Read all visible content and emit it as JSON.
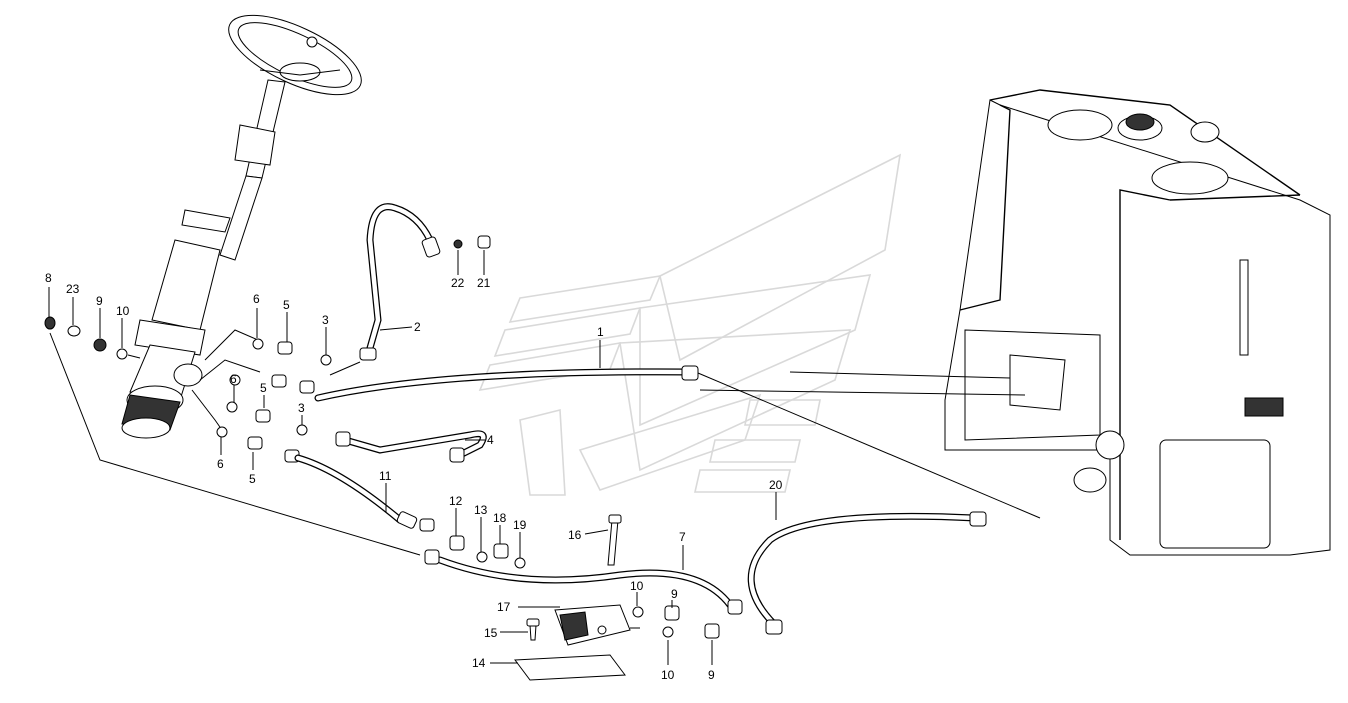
{
  "diagram": {
    "callouts": [
      {
        "id": "c8",
        "text": "8"
      },
      {
        "id": "c23",
        "text": "23"
      },
      {
        "id": "c9a",
        "text": "9"
      },
      {
        "id": "c10a",
        "text": "10"
      },
      {
        "id": "c6a",
        "text": "6"
      },
      {
        "id": "c5a",
        "text": "5"
      },
      {
        "id": "c3a",
        "text": "3"
      },
      {
        "id": "c2",
        "text": "2"
      },
      {
        "id": "c22",
        "text": "22"
      },
      {
        "id": "c21",
        "text": "21"
      },
      {
        "id": "c1",
        "text": "1"
      },
      {
        "id": "c6b",
        "text": "6"
      },
      {
        "id": "c5b",
        "text": "5"
      },
      {
        "id": "c3b",
        "text": "3"
      },
      {
        "id": "c4",
        "text": "4"
      },
      {
        "id": "c6c",
        "text": "6"
      },
      {
        "id": "c5c",
        "text": "5"
      },
      {
        "id": "c11",
        "text": "11"
      },
      {
        "id": "c12",
        "text": "12"
      },
      {
        "id": "c13",
        "text": "13"
      },
      {
        "id": "c18",
        "text": "18"
      },
      {
        "id": "c19",
        "text": "19"
      },
      {
        "id": "c16",
        "text": "16"
      },
      {
        "id": "c7",
        "text": "7"
      },
      {
        "id": "c20",
        "text": "20"
      },
      {
        "id": "c17",
        "text": "17"
      },
      {
        "id": "c10b",
        "text": "10"
      },
      {
        "id": "c9b",
        "text": "9"
      },
      {
        "id": "c15",
        "text": "15"
      },
      {
        "id": "c14",
        "text": "14"
      },
      {
        "id": "c10c",
        "text": "10"
      },
      {
        "id": "c9c",
        "text": "9"
      }
    ]
  }
}
